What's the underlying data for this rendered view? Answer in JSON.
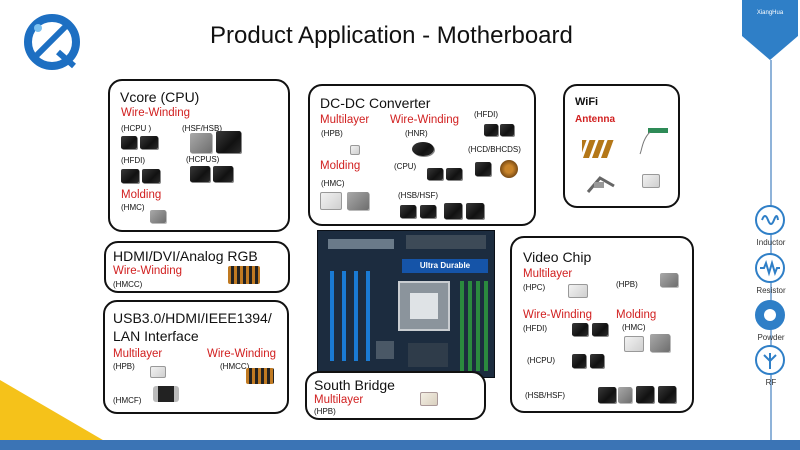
{
  "page": {
    "title": "Product Application - Motherboard"
  },
  "brand": {
    "ribbon_text": "XiangHua"
  },
  "sidebar": {
    "items": [
      {
        "label": "Inductor"
      },
      {
        "label": "Resistor"
      },
      {
        "label": "Powder"
      },
      {
        "label": "RF"
      }
    ]
  },
  "vcore": {
    "title": "Vcore (CPU)",
    "wire_winding": "Wire-Winding",
    "codes": [
      "(HCPU )",
      "(HSF/HSB)",
      "(HFDI)",
      "(HCPUS)"
    ],
    "molding": "Molding",
    "molding_code": "(HMC)"
  },
  "dcdc": {
    "title": "DC-DC Converter",
    "multilayer": "Multilayer",
    "multilayer_code": "(HPB)",
    "wire_winding": "Wire-Winding",
    "wire_code": "(HNR)",
    "hfdi": "(HFDI)",
    "hcd": "(HCD/BHCDS)",
    "cpu": "(CPU)",
    "molding": "Molding",
    "molding_code": "(HMC)",
    "hsb": "(HSB/HSF)"
  },
  "wifi": {
    "title": "WiFi",
    "antenna": "Antenna"
  },
  "hdmi": {
    "title": "HDMI/DVI/Analog RGB",
    "wire_winding": "Wire-Winding",
    "code": "(HMCC)"
  },
  "usb": {
    "title_line1": "USB3.0/HDMI/IEEE1394/",
    "title_line2": "LAN Interface",
    "multilayer": "Multilayer",
    "multilayer_code": "(HPB)",
    "wire_winding": "Wire-Winding",
    "wire_code": "(HMCC)",
    "hmcf": "(HMCF)"
  },
  "southbridge": {
    "title": "South Bridge",
    "multilayer": "Multilayer",
    "code": "(HPB)"
  },
  "video": {
    "title": "Video Chip",
    "multilayer": "Multilayer",
    "hpc": "(HPC)",
    "hpb": "(HPB)",
    "wire_winding": "Wire-Winding",
    "hfdi": "(HFDI)",
    "molding": "Molding",
    "hmc": "(HMC)",
    "hcpu": "(HCPU)",
    "hsb": "(HSB/HSF)"
  },
  "motherboard": {
    "label": "Ultra Durable"
  }
}
